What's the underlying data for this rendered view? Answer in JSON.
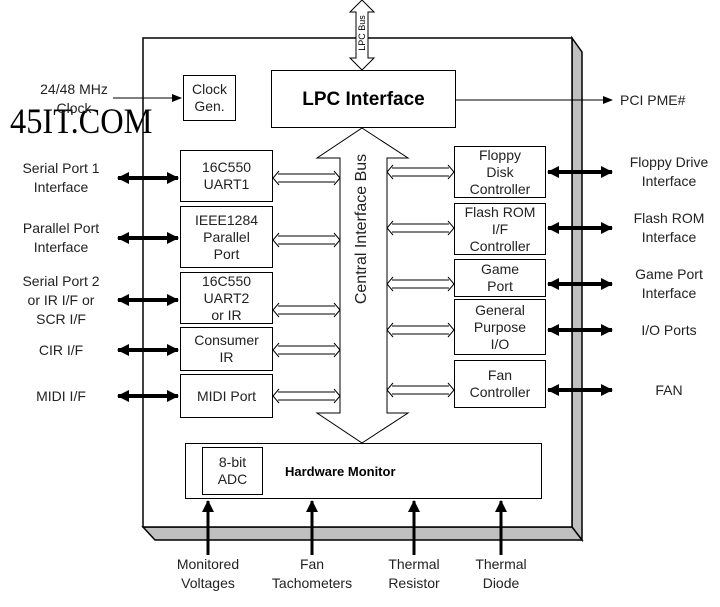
{
  "watermark": "45IT.COM",
  "top_bus": {
    "label": "LPC Bus"
  },
  "central_bus": {
    "label": "Central Interface Bus"
  },
  "lpc_interface": {
    "label": "LPC Interface"
  },
  "clock_gen": {
    "label": "Clock\nGen.",
    "input_label": "24/48 MHz\nClock"
  },
  "pci_pme": {
    "label": "PCI PME#"
  },
  "left_blocks": [
    {
      "label": "16C550\nUART1",
      "external": "Serial Port 1\nInterface"
    },
    {
      "label": "IEEE1284\nParallel\nPort",
      "external": "Parallel Port\nInterface"
    },
    {
      "label": "16C550\nUART2\nor IR",
      "external": "Serial Port 2\nor IR I/F or\nSCR I/F"
    },
    {
      "label": "Consumer\nIR",
      "external": "CIR I/F"
    },
    {
      "label": "MIDI Port",
      "external": "MIDI I/F"
    }
  ],
  "right_blocks": [
    {
      "label": "Floppy\nDisk\nController",
      "external": "Floppy Drive\nInterface"
    },
    {
      "label": "Flash ROM\nI/F\nController",
      "external": "Flash ROM\nInterface"
    },
    {
      "label": "Game\nPort",
      "external": "Game Port\nInterface"
    },
    {
      "label": "General\nPurpose\nI/O",
      "external": "I/O Ports"
    },
    {
      "label": "Fan\nController",
      "external": "FAN"
    }
  ],
  "hardware_monitor": {
    "label": "Hardware Monitor",
    "adc_label": "8-bit\nADC",
    "inputs": [
      "Monitored\nVoltages",
      "Fan\nTachometers",
      "Thermal\nResistor",
      "Thermal\nDiode"
    ]
  },
  "colors": {
    "line": "#000000",
    "shadow": "#c0c0c0",
    "text": "#222222"
  }
}
